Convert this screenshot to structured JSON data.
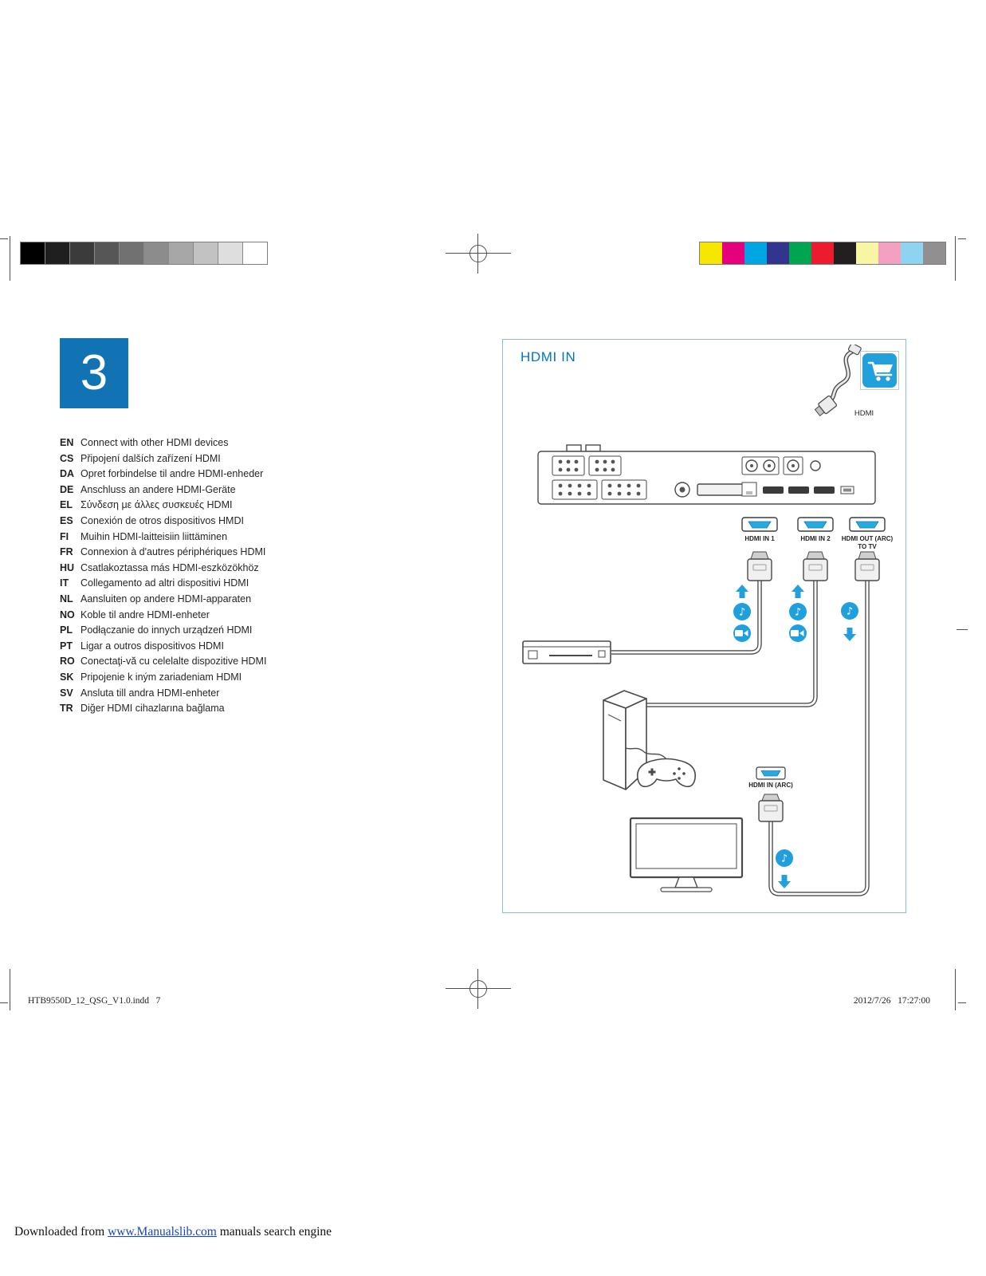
{
  "calibration": {
    "grayscale": [
      "#000000",
      "#1f1f1f",
      "#3b3b3b",
      "#565656",
      "#717171",
      "#8c8c8c",
      "#a7a7a7",
      "#c2c2c2",
      "#dedede",
      "#ffffff"
    ],
    "colors": [
      "#f7e700",
      "#e5007d",
      "#00a5e3",
      "#33348e",
      "#00a551",
      "#ec1b2e",
      "#231f20",
      "#f8f6a2",
      "#f4a0c3",
      "#8ed4f0",
      "#918f90"
    ]
  },
  "step": {
    "number": "3"
  },
  "languages": [
    {
      "code": "EN",
      "text": "Connect with other HDMI devices"
    },
    {
      "code": "CS",
      "text": "Připojení dalších zařízení HDMI"
    },
    {
      "code": "DA",
      "text": "Opret forbindelse til andre HDMI-enheder"
    },
    {
      "code": "DE",
      "text": "Anschluss an andere HDMI-Geräte"
    },
    {
      "code": "EL",
      "text": "Σύνδεση με άλλες συσκευές HDMI"
    },
    {
      "code": "ES",
      "text": "Conexión de otros dispositivos HMDI"
    },
    {
      "code": "FI",
      "text": "Muihin HDMI-laitteisiin liittäminen"
    },
    {
      "code": "FR",
      "text": "Connexion à d'autres périphériques HDMI"
    },
    {
      "code": "HU",
      "text": "Csatlakoztassa más HDMI-eszközökhöz"
    },
    {
      "code": "IT",
      "text": "Collegamento ad altri dispositivi HDMI"
    },
    {
      "code": "NL",
      "text": "Aansluiten op andere HDMI-apparaten"
    },
    {
      "code": "NO",
      "text": "Koble til andre HDMI-enheter"
    },
    {
      "code": "PL",
      "text": "Podłączanie do innych urządzeń HDMI"
    },
    {
      "code": "PT",
      "text": "Ligar a outros dispositivos HDMI"
    },
    {
      "code": "RO",
      "text": "Conectaţi-vă cu celelalte dispozitive HDMI"
    },
    {
      "code": "SK",
      "text": "Pripojenie k iným zariadeniam HDMI"
    },
    {
      "code": "SV",
      "text": "Ansluta till andra HDMI-enheter"
    },
    {
      "code": "TR",
      "text": "Diğer HDMI cihazlarına bağlama"
    }
  ],
  "diagram": {
    "title": "HDMI IN",
    "cable_label": "HDMI",
    "ports": {
      "in1": "HDMI IN 1",
      "in2": "HDMI IN 2",
      "out_line1": "HDMI OUT (ARC)",
      "out_line2": "TO TV",
      "arc": "HDMI IN (ARC)"
    },
    "icons": {
      "music_note": "♪"
    }
  },
  "footer": {
    "left": "HTB9550D_12_QSG_V1.0.indd   7",
    "right": "2012/7/26   17:27:00"
  },
  "download": {
    "prefix": "Downloaded from ",
    "link": "www.Manualslib.com",
    "suffix": " manuals search engine"
  },
  "theme": {
    "brand_blue": "#1173b4",
    "title_blue": "#0076c0",
    "icon_blue": "#21a0dc",
    "box_border": "#8fbcdc"
  }
}
